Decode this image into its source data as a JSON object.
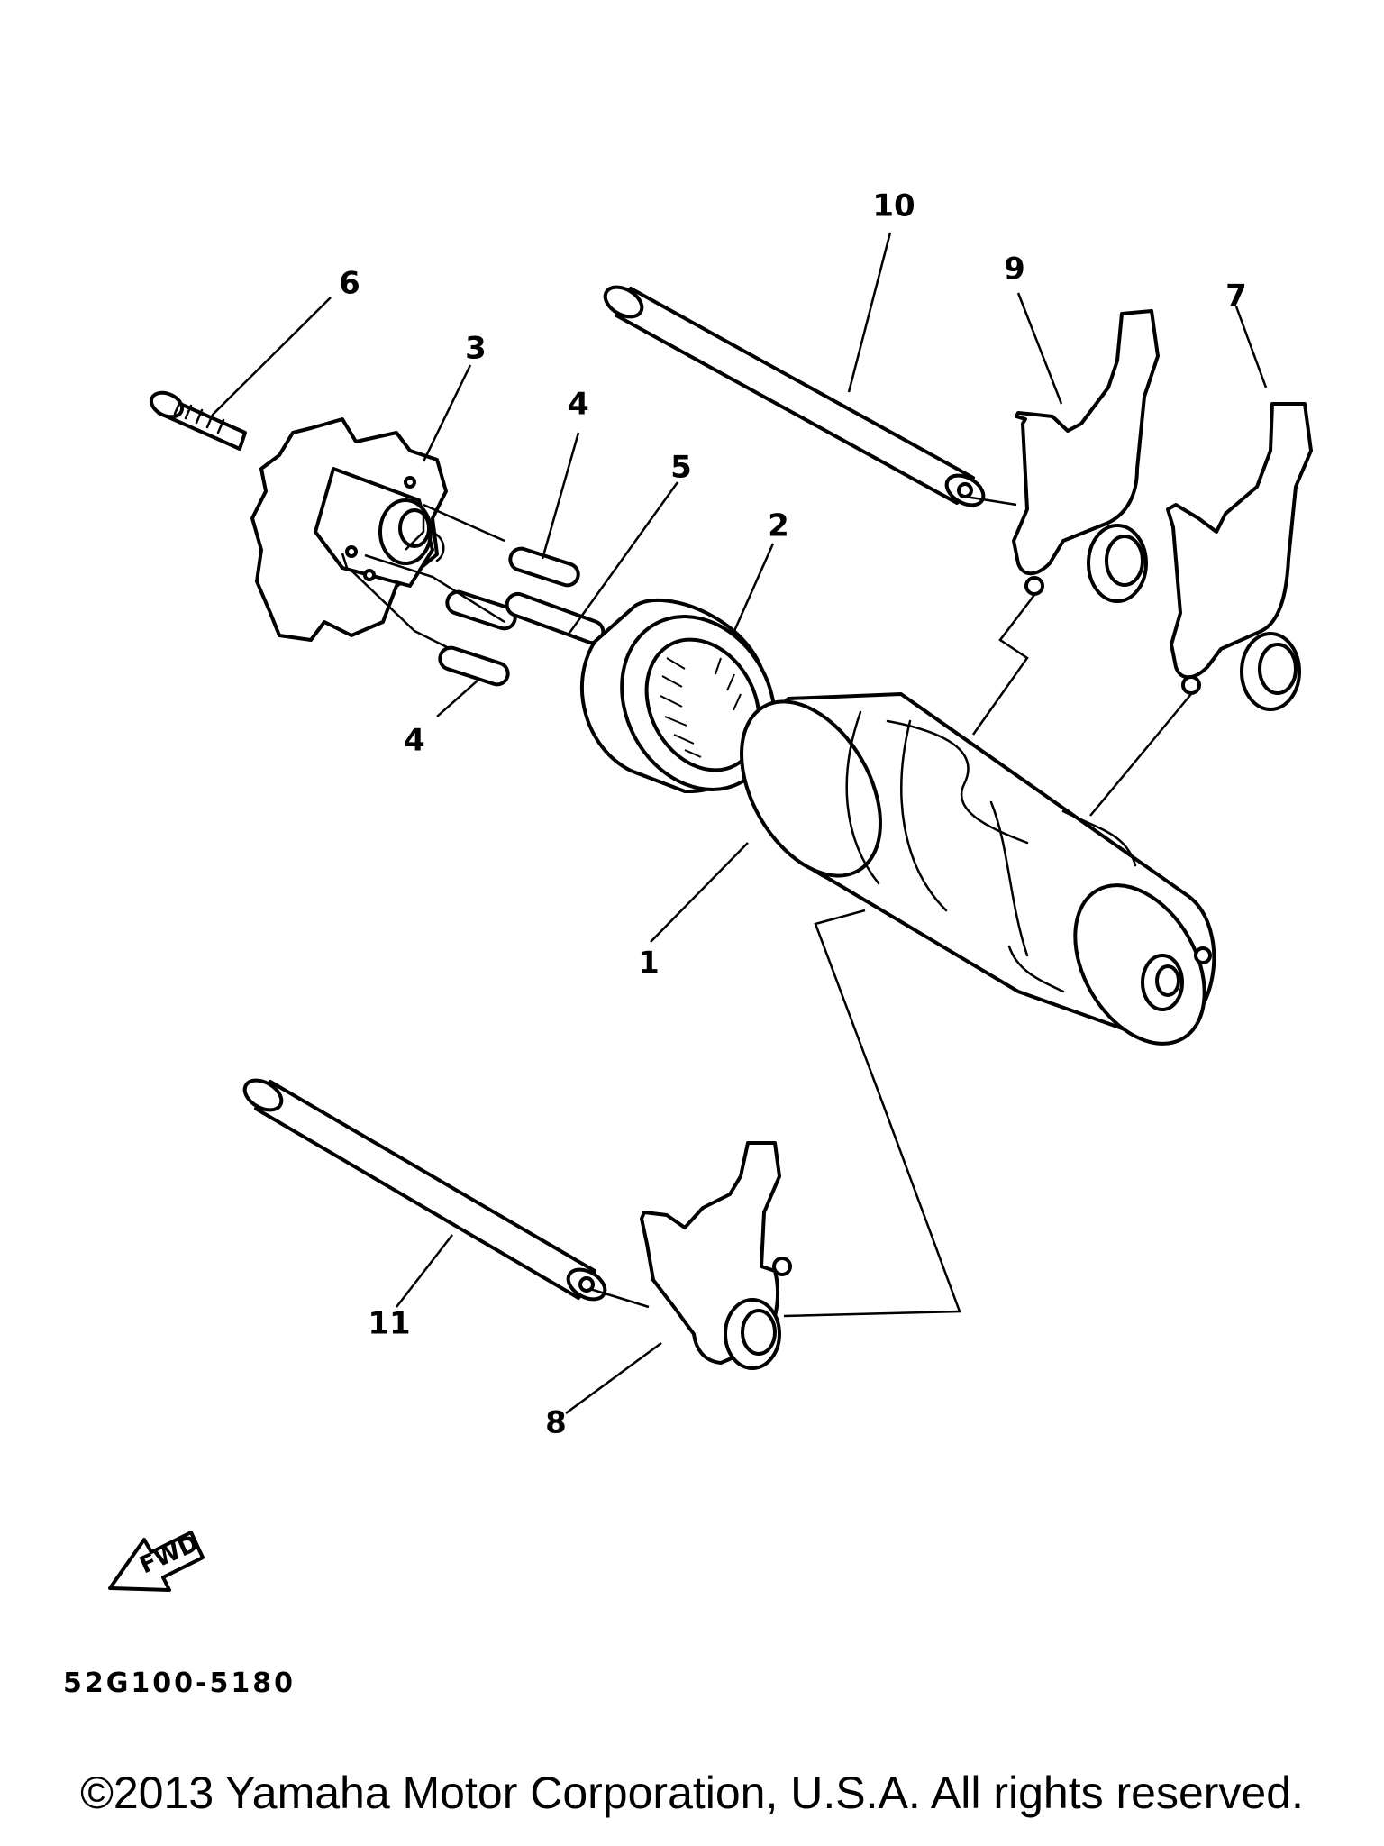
{
  "callouts": [
    {
      "id": "1",
      "label": "1"
    },
    {
      "id": "2",
      "label": "2"
    },
    {
      "id": "3",
      "label": "3"
    },
    {
      "id": "4a",
      "label": "4"
    },
    {
      "id": "4b",
      "label": "4"
    },
    {
      "id": "5",
      "label": "5"
    },
    {
      "id": "6",
      "label": "6"
    },
    {
      "id": "7",
      "label": "7"
    },
    {
      "id": "8",
      "label": "8"
    },
    {
      "id": "9",
      "label": "9"
    },
    {
      "id": "10",
      "label": "10"
    },
    {
      "id": "11",
      "label": "11"
    }
  ],
  "direction_marker": {
    "label": "FWD",
    "icon": "fwd-arrow-icon"
  },
  "diagram_code": "52G100-5180",
  "copyright": "©2013 Yamaha Motor Corporation, U.S.A. All rights reserved."
}
